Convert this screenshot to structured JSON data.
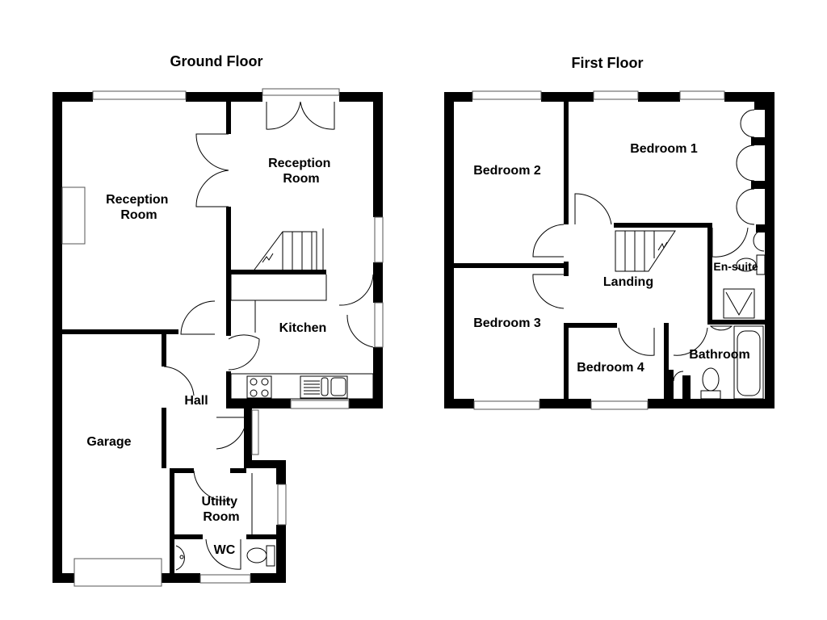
{
  "floors": [
    {
      "title": "Ground Floor",
      "rooms": [
        {
          "name": "reception-room-1",
          "label_lines": [
            "Reception",
            "Room"
          ]
        },
        {
          "name": "reception-room-2",
          "label_lines": [
            "Reception",
            "Room"
          ]
        },
        {
          "name": "kitchen",
          "label_lines": [
            "Kitchen"
          ]
        },
        {
          "name": "hall",
          "label_lines": [
            "Hall"
          ]
        },
        {
          "name": "garage",
          "label_lines": [
            "Garage"
          ]
        },
        {
          "name": "utility-room",
          "label_lines": [
            "Utility",
            "Room"
          ]
        },
        {
          "name": "wc",
          "label_lines": [
            "WC"
          ]
        }
      ]
    },
    {
      "title": "First Floor",
      "rooms": [
        {
          "name": "bedroom-1",
          "label_lines": [
            "Bedroom 1"
          ]
        },
        {
          "name": "bedroom-2",
          "label_lines": [
            "Bedroom 2"
          ]
        },
        {
          "name": "bedroom-3",
          "label_lines": [
            "Bedroom 3"
          ]
        },
        {
          "name": "bedroom-4",
          "label_lines": [
            "Bedroom 4"
          ]
        },
        {
          "name": "landing",
          "label_lines": [
            "Landing"
          ]
        },
        {
          "name": "en-suite",
          "label_lines": [
            "En-suite"
          ]
        },
        {
          "name": "bathroom",
          "label_lines": [
            "Bathroom"
          ]
        }
      ]
    }
  ]
}
